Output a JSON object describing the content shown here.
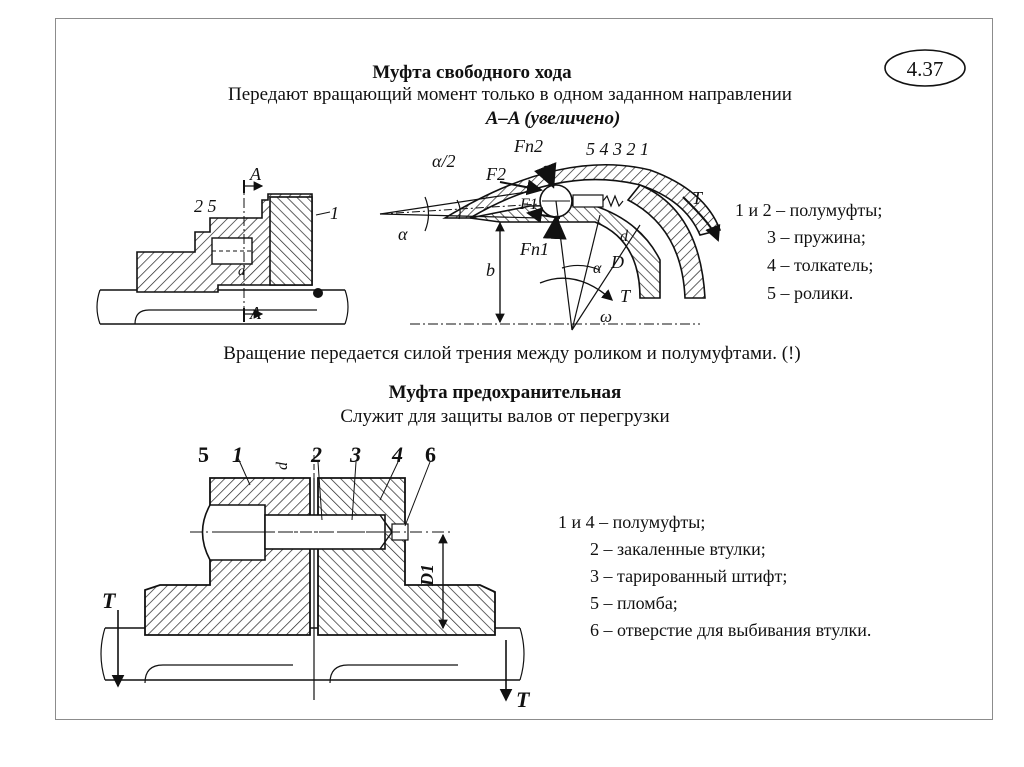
{
  "slide_number": "4.37",
  "freewheel": {
    "title": "Муфта свободного хода",
    "subtitle": "Передают вращающий момент только в одном заданном направлении",
    "section_label": "A–A (увеличено)",
    "conclusion": "Вращение передается силой трения между роликом и полумуфтами. (!)",
    "legend": [
      "1 и 2 – полумуфты;",
      "3 – пружина;",
      "4 – толкатель;",
      "5 – ролики."
    ],
    "left_labels": {
      "parts": "2 5",
      "part1": "1",
      "sectionA": "A",
      "d": "d"
    },
    "right_labels": {
      "alpha_half": "α/2",
      "alpha": "α",
      "fn2": "Fn2",
      "f2": "F2",
      "f1": "F1",
      "fn1": "Fn1",
      "parts": "5 4 3 2 1",
      "t": "T",
      "d_small": "d",
      "d_big": "D",
      "b": "b",
      "omega": "ω"
    }
  },
  "safety": {
    "title": "Муфта предохранительная",
    "subtitle": "Служит для защиты валов от перегрузки",
    "legend": [
      "1 и 4 – полумуфты;",
      "2 – закаленные втулки;",
      "3 – тарированный штифт;",
      "5 – пломба;",
      "6 – отверстие для выбивания втулки."
    ],
    "labels": {
      "p5": "5",
      "p1": "1",
      "d": "d",
      "p2": "2",
      "p3": "3",
      "p4": "4",
      "p6": "6",
      "d1": "D1",
      "t_left": "T",
      "t_right": "T"
    }
  },
  "colors": {
    "ink": "#111111",
    "frame": "#8c8c8c",
    "background": "#ffffff"
  }
}
